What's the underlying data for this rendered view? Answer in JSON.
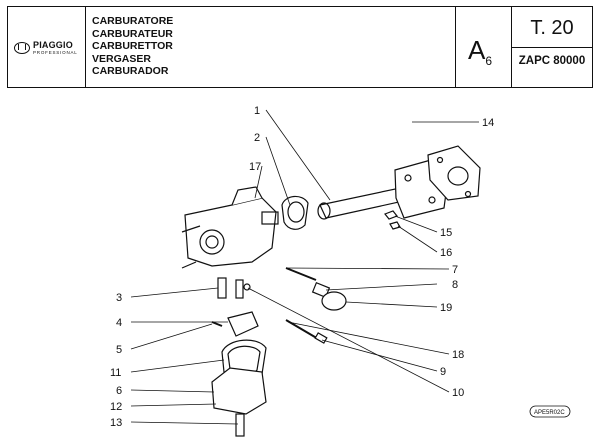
{
  "header": {
    "brand": "PIAGGIO",
    "brand_sub": "PROFESSIONAL",
    "names": [
      "CARBURATORE",
      "CARBURATEUR",
      "CARBURETTOR",
      "VERGASER",
      "CARBURADOR"
    ],
    "section": "A",
    "section_sub": "6",
    "table": "T. 20",
    "reference": "ZAPC 80000"
  },
  "callouts": [
    "1",
    "2",
    "14",
    "17",
    "15",
    "16",
    "7",
    "8",
    "19",
    "3",
    "4",
    "5",
    "18",
    "9",
    "11",
    "6",
    "10",
    "12",
    "13"
  ],
  "stamp": "APE5R02C"
}
